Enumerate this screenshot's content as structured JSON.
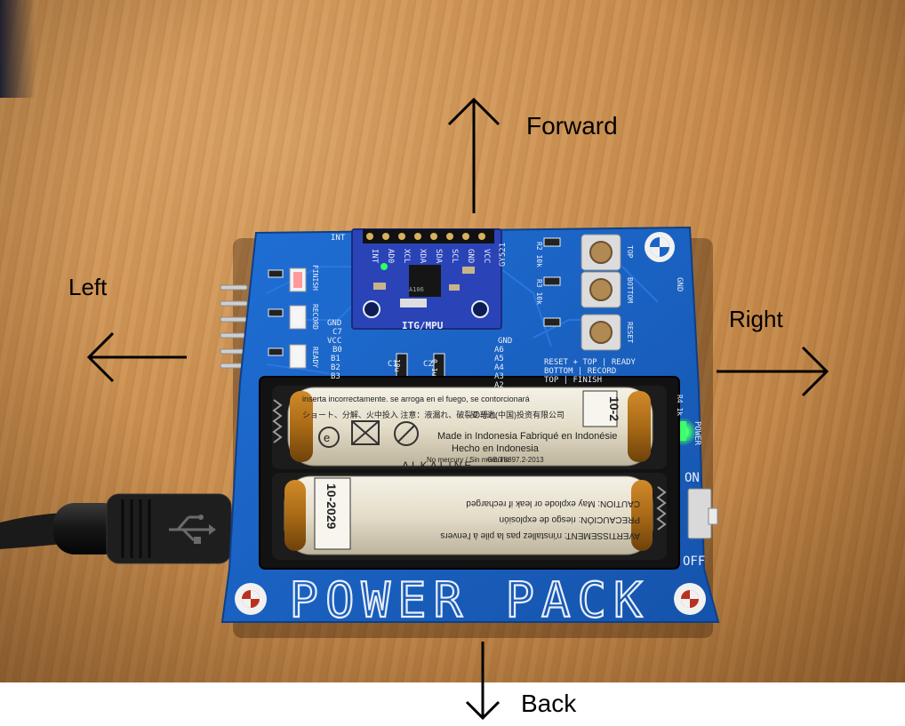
{
  "annotations": {
    "forward": "Forward",
    "back": "Back",
    "left": "Left",
    "right": "Right"
  },
  "board": {
    "title": "POWER PACK",
    "sensor_label": "ITG/MPU",
    "sensor_model": "GY521",
    "chip_mark": "A106",
    "int_label": "INT",
    "pin_labels": [
      "INT",
      "AD0",
      "XCL",
      "XDA",
      "SDA",
      "SCL",
      "GND",
      "VCC"
    ],
    "led_labels": [
      "FINISH",
      "RECORD",
      "READY"
    ],
    "button_labels": [
      "TOP",
      "BOTTOM",
      "RESET"
    ],
    "resistor_labels": [
      "R2 10k",
      "R3 10k",
      "R4 1k"
    ],
    "power_led_label": "POWER",
    "switch_on": "ON",
    "switch_off": "OFF",
    "gnd_label": "GND",
    "legend": [
      "RESET + TOP | READY",
      "BOTTOM | RECORD",
      "TOP | FINISH"
    ],
    "left_pins": [
      "GND",
      "C7",
      "VCC",
      "B0",
      "B1",
      "B2",
      "B3"
    ],
    "right_pins": [
      "GND",
      "A6",
      "A5",
      "A4",
      "A3",
      "A2"
    ],
    "caps": [
      "C1",
      "C2",
      "10u",
      "0.1u"
    ]
  },
  "batteries": {
    "top_code": "10-2",
    "bottom_code": "10-2029",
    "brand": "ALKALINE",
    "made_in": "Made in Indonesia Fabriqué en Indonésie",
    "hecho": "Hecho en Indonesia",
    "manufacturer": "亚马逊(中国)投资有限公司",
    "standard": "GB/T8897.2-2013",
    "no_mercury": "No mercury / Sin mercurio",
    "warning_lines": [
      "inserta incorrectamente. se arroga en el fuego, se contorcionará",
      "ショート、分解、火中投入 注意：液漏れ、破裂の恐れ",
      "AVERTISSEMENT: n'installez pas la pile à l'envers",
      "PRECAUCIÓN: riesgo de explosión",
      "CAUTION: May explode or leak if recharged"
    ]
  },
  "cable": {
    "connector_icon": "usb-icon"
  },
  "colors": {
    "pcb": "#1b63c6",
    "silkscreen": "#e8eef8",
    "wood": "#c98e4f",
    "battery": "#e9e4d6",
    "led_green": "#3dff6a",
    "led_red": "#ff4040"
  }
}
